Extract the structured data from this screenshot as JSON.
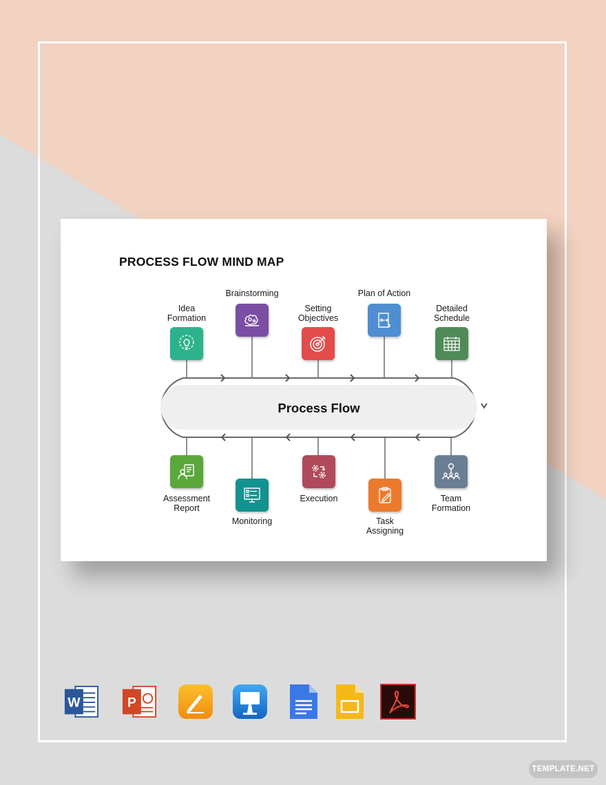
{
  "document": {
    "title": "PROCESS FLOW MIND MAP",
    "center_label": "Process Flow"
  },
  "top_steps": [
    {
      "label": "Idea\nFormation",
      "icon": "lightbulb-gear-icon",
      "color": "#2cb38c"
    },
    {
      "label": "Brainstorming",
      "icon": "brain-gears-icon",
      "color": "#7a4ea3"
    },
    {
      "label": "Setting\nObjectives",
      "icon": "target-icon",
      "color": "#e44b4b"
    },
    {
      "label": "Plan of Action",
      "icon": "strategy-scroll-icon",
      "color": "#4f8ed2"
    },
    {
      "label": "Detailed\nSchedule",
      "icon": "calendar-icon",
      "color": "#4f8a57"
    }
  ],
  "bottom_steps": [
    {
      "label": "Assessment\nReport",
      "icon": "report-person-icon",
      "color": "#5aa83c"
    },
    {
      "label": "Monitoring",
      "icon": "monitor-checklist-icon",
      "color": "#13938f"
    },
    {
      "label": "Execution",
      "icon": "gears-arrow-icon",
      "color": "#b04a5b"
    },
    {
      "label": "Task\nAssigning",
      "icon": "clipboard-pen-icon",
      "color": "#ec7a2c"
    },
    {
      "label": "Team\nFormation",
      "icon": "team-idea-icon",
      "color": "#6b7f94"
    }
  ],
  "formats": [
    {
      "name": "Word",
      "icon": "word-icon",
      "color": "#2b579a"
    },
    {
      "name": "PowerPoint",
      "icon": "powerpoint-icon",
      "color": "#d24726"
    },
    {
      "name": "Pages",
      "icon": "pages-icon",
      "color": "#f7a41d"
    },
    {
      "name": "Keynote",
      "icon": "keynote-icon",
      "color": "#1e8cf0"
    },
    {
      "name": "Google Docs",
      "icon": "google-docs-icon",
      "color": "#3b78e7"
    },
    {
      "name": "Google Slides",
      "icon": "google-slides-icon",
      "color": "#f6b819"
    },
    {
      "name": "PDF",
      "icon": "pdf-icon",
      "color": "#7a1b1b"
    }
  ],
  "brand": "TEMPLATE.NET"
}
